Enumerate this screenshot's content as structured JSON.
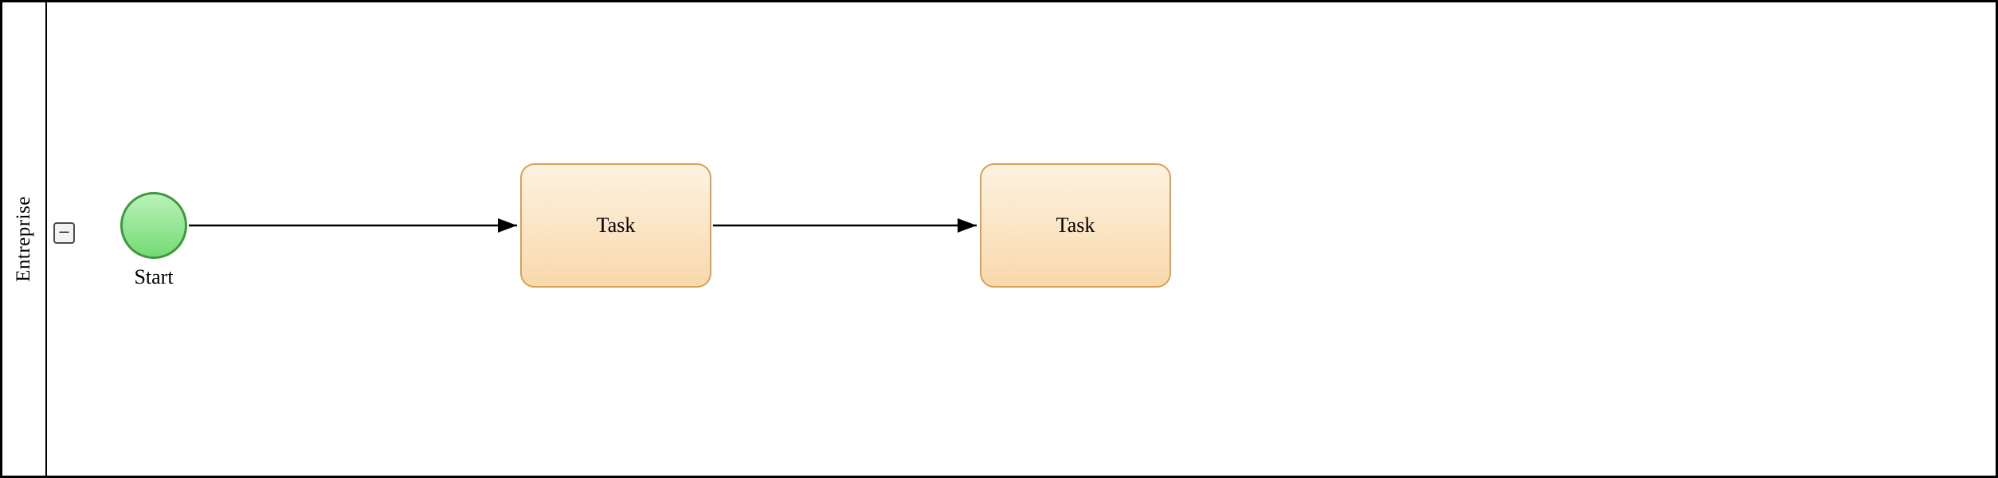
{
  "diagram": {
    "pool": {
      "lane_title": "Entreprise",
      "collapse_button_label": "−"
    },
    "nodes": {
      "start": {
        "type": "start-event",
        "label": "Start"
      },
      "task1": {
        "type": "task",
        "label": "Task"
      },
      "task2": {
        "type": "task",
        "label": "Task"
      }
    },
    "connectors": [
      {
        "from": "start",
        "to": "task1",
        "type": "sequence-flow"
      },
      {
        "from": "task1",
        "to": "task2",
        "type": "sequence-flow"
      }
    ],
    "colors": {
      "start_fill": "#8ce28c",
      "start_stroke": "#3c9a3c",
      "task_fill": "#f9d9ac",
      "task_stroke": "#d4a258",
      "connector": "#000000",
      "pool_border": "#000000",
      "background": "#ffffff"
    }
  }
}
